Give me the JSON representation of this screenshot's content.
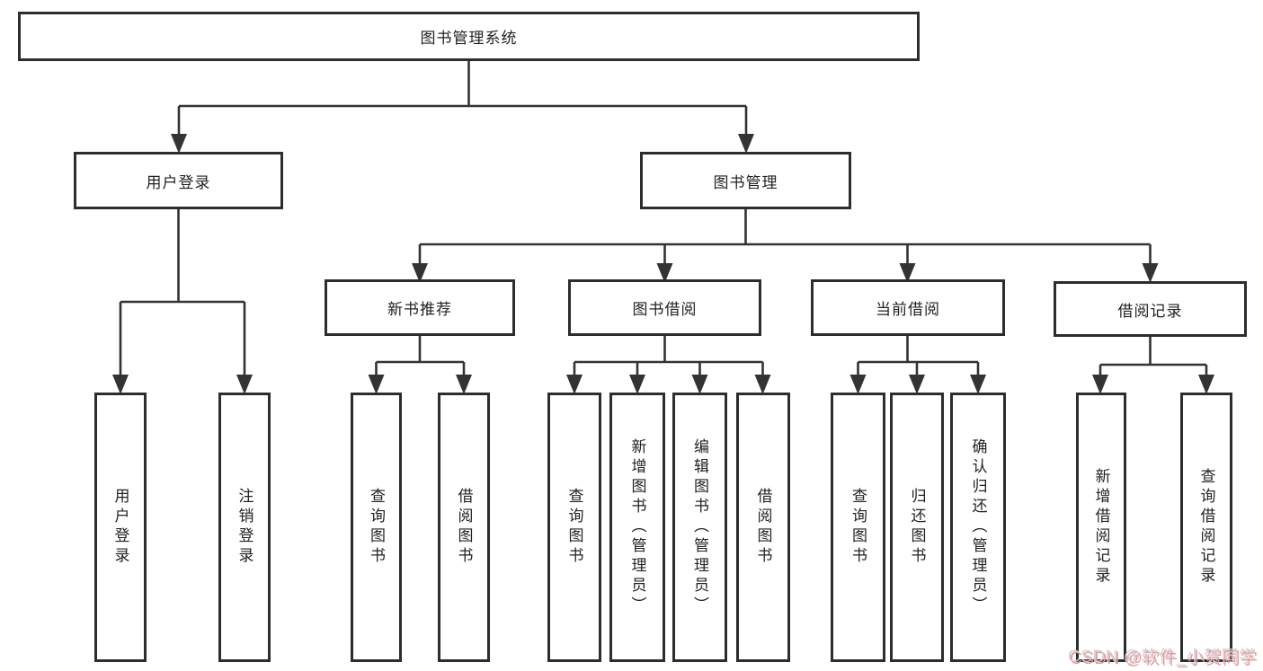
{
  "tree": {
    "label": "图书管理系统",
    "children": [
      {
        "label": "用户登录",
        "children": [
          {
            "label": "用户登录"
          },
          {
            "label": "注销登录"
          }
        ]
      },
      {
        "label": "图书管理",
        "children": [
          {
            "label": "新书推荐",
            "children": [
              {
                "label": "查询图书"
              },
              {
                "label": "借阅图书"
              }
            ]
          },
          {
            "label": "图书借阅",
            "children": [
              {
                "label": "查询图书"
              },
              {
                "label": "新增图书（管理员）"
              },
              {
                "label": "编辑图书（管理员）"
              },
              {
                "label": "借阅图书"
              }
            ]
          },
          {
            "label": "当前借阅",
            "children": [
              {
                "label": "查询图书"
              },
              {
                "label": "归还图书"
              },
              {
                "label": "确认归还（管理员）"
              }
            ]
          },
          {
            "label": "借阅记录",
            "children": [
              {
                "label": "新增借阅记录"
              },
              {
                "label": "查询借阅记录"
              }
            ]
          }
        ]
      }
    ]
  },
  "watermark": {
    "text": "CSDN @软件_小贺同学"
  },
  "colors": {
    "line": "#333333",
    "box_border": "#2d2d2d",
    "text": "#222222",
    "background": "#ffffff",
    "watermark_face": "#ccd0d6",
    "watermark_shadow": "#ee8f8f"
  }
}
